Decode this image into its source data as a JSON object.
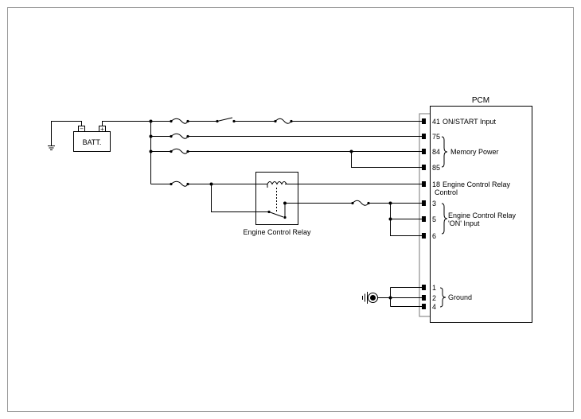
{
  "module": {
    "title": "PCM"
  },
  "battery": {
    "label": "BATT.",
    "minus": "−",
    "plus": "+"
  },
  "relay": {
    "label": "Engine Control Relay"
  },
  "pins": [
    {
      "num": "41",
      "label": "ON/START Input"
    },
    {
      "num": "75",
      "label": ""
    },
    {
      "num": "84",
      "label": ""
    },
    {
      "num": "85",
      "label": ""
    },
    {
      "num": "18",
      "label": "Engine Control Relay"
    },
    {
      "num": "3",
      "label": ""
    },
    {
      "num": "5",
      "label": ""
    },
    {
      "num": "6",
      "label": ""
    },
    {
      "num": "1",
      "label": ""
    },
    {
      "num": "2",
      "label": ""
    },
    {
      "num": "4",
      "label": ""
    }
  ],
  "groups": {
    "memory_power": "Memory Power",
    "relay_control_cont": "Control",
    "relay_on_1": "Engine Control Relay",
    "relay_on_2": "'ON' Input",
    "ground": "Ground"
  }
}
